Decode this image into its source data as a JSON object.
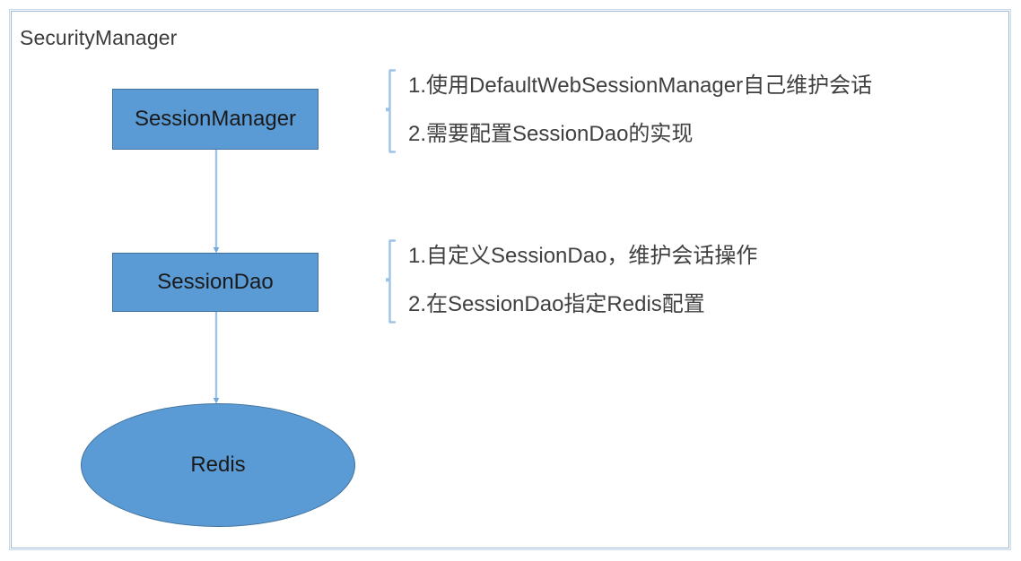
{
  "diagram": {
    "container": {
      "title": "SecurityManager"
    },
    "nodes": [
      {
        "id": "session-manager",
        "label": "SessionManager",
        "shape": "rectangle"
      },
      {
        "id": "session-dao",
        "label": "SessionDao",
        "shape": "rectangle"
      },
      {
        "id": "redis",
        "label": "Redis",
        "shape": "ellipse"
      }
    ],
    "edges": [
      {
        "from": "session-manager",
        "to": "session-dao",
        "arrow": "down"
      },
      {
        "from": "session-dao",
        "to": "redis",
        "arrow": "down"
      }
    ],
    "annotations": [
      {
        "id": "annotation-session-manager",
        "target": "session-manager",
        "lines": [
          "1.使用DefaultWebSessionManager自己维护会话",
          "2.需要配置SessionDao的实现"
        ]
      },
      {
        "id": "annotation-session-dao",
        "target": "session-dao",
        "lines": [
          "1.自定义SessionDao，维护会话操作",
          "2.在SessionDao指定Redis配置"
        ]
      }
    ],
    "colors": {
      "node_fill": "#5b9bd5",
      "node_border": "#41719c",
      "frame_border": "#9db7d3",
      "connector": "#8eb4e3",
      "bracket": "#9dc3e6",
      "text": "#404040"
    }
  }
}
